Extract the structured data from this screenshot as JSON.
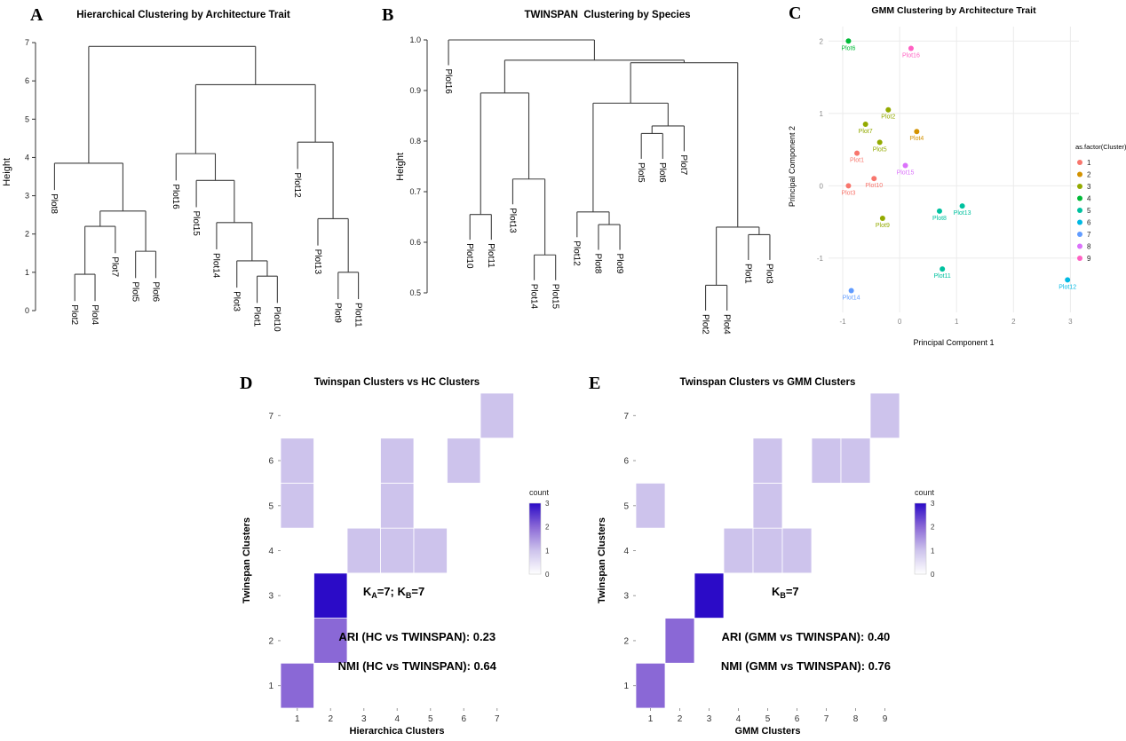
{
  "chart_data": [
    {
      "id": "A",
      "tag": "A",
      "type": "dendrogram",
      "title": "Hierarchical Clustering by Architecture Trait",
      "ylabel": "Height",
      "ylim": [
        0,
        7
      ],
      "yticks": [
        0,
        1,
        2,
        3,
        4,
        5,
        6,
        7
      ],
      "ytick_labels": [
        "0",
        "1",
        "2",
        "3",
        "4",
        "5",
        "6",
        "7"
      ],
      "hang": 0.7,
      "leaf_order": [
        "Plot8",
        "Plot2",
        "Plot4",
        "Plot7",
        "Plot5",
        "Plot6",
        "Plot16",
        "Plot15",
        "Plot14",
        "Plot3",
        "Plot1",
        "Plot10",
        "Plot12",
        "Plot13",
        "Plot9",
        "Plot11"
      ],
      "tree": {
        "h": 6.9,
        "children": [
          {
            "h": 3.85,
            "children": [
              {
                "leaf": "Plot8"
              },
              {
                "h": 2.6,
                "children": [
                  {
                    "h": 2.2,
                    "children": [
                      {
                        "h": 0.95,
                        "children": [
                          {
                            "leaf": "Plot2"
                          },
                          {
                            "leaf": "Plot4"
                          }
                        ]
                      },
                      {
                        "leaf": "Plot7"
                      }
                    ]
                  },
                  {
                    "h": 1.55,
                    "children": [
                      {
                        "leaf": "Plot5"
                      },
                      {
                        "leaf": "Plot6"
                      }
                    ]
                  }
                ]
              }
            ]
          },
          {
            "h": 5.9,
            "children": [
              {
                "h": 4.1,
                "children": [
                  {
                    "leaf": "Plot16"
                  },
                  {
                    "h": 3.4,
                    "children": [
                      {
                        "leaf": "Plot15"
                      },
                      {
                        "h": 2.3,
                        "children": [
                          {
                            "leaf": "Plot14"
                          },
                          {
                            "h": 1.3,
                            "children": [
                              {
                                "leaf": "Plot3"
                              },
                              {
                                "h": 0.9,
                                "children": [
                                  {
                                    "leaf": "Plot1"
                                  },
                                  {
                                    "leaf": "Plot10"
                                  }
                                ]
                              }
                            ]
                          }
                        ]
                      }
                    ]
                  }
                ]
              },
              {
                "h": 4.4,
                "children": [
                  {
                    "leaf": "Plot12"
                  },
                  {
                    "h": 2.4,
                    "children": [
                      {
                        "leaf": "Plot13"
                      },
                      {
                        "h": 1.0,
                        "children": [
                          {
                            "leaf": "Plot9"
                          },
                          {
                            "leaf": "Plot11"
                          }
                        ]
                      }
                    ]
                  }
                ]
              }
            ]
          }
        ]
      }
    },
    {
      "id": "B",
      "tag": "B",
      "type": "dendrogram",
      "title": "TWINSPAN  Clustering by Species",
      "ylabel": "Height",
      "ylim": [
        0.5,
        1.0
      ],
      "yticks": [
        0.5,
        0.6,
        0.7,
        0.8,
        0.9,
        1.0
      ],
      "ytick_labels": [
        "0.5",
        "0.6",
        "0.7",
        "0.8",
        "0.9",
        "1.0"
      ],
      "hang": 0.05,
      "leaf_order": [
        "Plot16",
        "Plot10",
        "Plot11",
        "Plot13",
        "Plot14",
        "Plot15",
        "Plot12",
        "Plot8",
        "Plot9",
        "Plot5",
        "Plot6",
        "Plot7",
        "Plot2",
        "Plot4",
        "Plot1",
        "Plot3"
      ],
      "tree": {
        "h": 1.0,
        "children": [
          {
            "leaf": "Plot16"
          },
          {
            "h": 0.96,
            "children": [
              {
                "h": 0.895,
                "children": [
                  {
                    "h": 0.655,
                    "children": [
                      {
                        "leaf": "Plot10"
                      },
                      {
                        "leaf": "Plot11"
                      }
                    ]
                  },
                  {
                    "h": 0.725,
                    "children": [
                      {
                        "leaf": "Plot13"
                      },
                      {
                        "h": 0.575,
                        "children": [
                          {
                            "leaf": "Plot14"
                          },
                          {
                            "leaf": "Plot15"
                          }
                        ]
                      }
                    ]
                  }
                ]
              },
              {
                "h": 0.955,
                "children": [
                  {
                    "h": 0.875,
                    "children": [
                      {
                        "h": 0.66,
                        "children": [
                          {
                            "leaf": "Plot12"
                          },
                          {
                            "h": 0.635,
                            "children": [
                              {
                                "leaf": "Plot8"
                              },
                              {
                                "leaf": "Plot9"
                              }
                            ]
                          }
                        ]
                      },
                      {
                        "h": 0.83,
                        "children": [
                          {
                            "h": 0.815,
                            "children": [
                              {
                                "leaf": "Plot5"
                              },
                              {
                                "leaf": "Plot6"
                              }
                            ]
                          },
                          {
                            "leaf": "Plot7"
                          }
                        ]
                      }
                    ]
                  },
                  {
                    "h": 0.63,
                    "children": [
                      {
                        "h": 0.515,
                        "children": [
                          {
                            "leaf": "Plot2"
                          },
                          {
                            "leaf": "Plot4"
                          }
                        ]
                      },
                      {
                        "h": 0.615,
                        "children": [
                          {
                            "leaf": "Plot1"
                          },
                          {
                            "leaf": "Plot3"
                          }
                        ]
                      }
                    ]
                  }
                ]
              }
            ]
          }
        ]
      }
    },
    {
      "id": "C",
      "tag": "C",
      "type": "scatter",
      "title": "GMM Clustering by Architecture Trait",
      "xlabel": "Principal Component 1",
      "ylabel": "Principal Component 2",
      "xlim": [
        -1.25,
        3.15
      ],
      "ylim": [
        -1.75,
        2.2
      ],
      "xticks": [
        -1,
        0,
        1,
        2,
        3
      ],
      "yticks": [
        -1,
        0,
        1,
        2
      ],
      "legend_title": "as.factor(Cluster)",
      "clusters": [
        {
          "id": 1,
          "color": "#F8766D"
        },
        {
          "id": 2,
          "color": "#D39200"
        },
        {
          "id": 3,
          "color": "#93AA00"
        },
        {
          "id": 4,
          "color": "#00BA38"
        },
        {
          "id": 5,
          "color": "#00C19F"
        },
        {
          "id": 6,
          "color": "#00B9E3"
        },
        {
          "id": 7,
          "color": "#619CFF"
        },
        {
          "id": 8,
          "color": "#DB72FB"
        },
        {
          "id": 9,
          "color": "#FF61C3"
        }
      ],
      "points": [
        {
          "label": "Plot6",
          "x": -0.9,
          "y": 2.0,
          "cluster": 4
        },
        {
          "label": "Plot16",
          "x": 0.2,
          "y": 1.9,
          "cluster": 9
        },
        {
          "label": "Plot2",
          "x": -0.2,
          "y": 1.05,
          "cluster": 3
        },
        {
          "label": "Plot7",
          "x": -0.6,
          "y": 0.85,
          "cluster": 3
        },
        {
          "label": "Plot4",
          "x": 0.3,
          "y": 0.75,
          "cluster": 2
        },
        {
          "label": "Plot5",
          "x": -0.35,
          "y": 0.6,
          "cluster": 3
        },
        {
          "label": "Plot1",
          "x": -0.75,
          "y": 0.45,
          "cluster": 1
        },
        {
          "label": "Plot15",
          "x": 0.1,
          "y": 0.28,
          "cluster": 8
        },
        {
          "label": "Plot10",
          "x": -0.45,
          "y": 0.1,
          "cluster": 1
        },
        {
          "label": "Plot3",
          "x": -0.9,
          "y": 0.0,
          "cluster": 1
        },
        {
          "label": "Plot9",
          "x": -0.3,
          "y": -0.45,
          "cluster": 3
        },
        {
          "label": "Plot8",
          "x": 0.7,
          "y": -0.35,
          "cluster": 5
        },
        {
          "label": "Plot13",
          "x": 1.1,
          "y": -0.28,
          "cluster": 5
        },
        {
          "label": "Plot11",
          "x": 0.75,
          "y": -1.15,
          "cluster": 5
        },
        {
          "label": "Plot12",
          "x": 2.95,
          "y": -1.3,
          "cluster": 6
        },
        {
          "label": "Plot14",
          "x": -0.85,
          "y": -1.45,
          "cluster": 7
        }
      ]
    },
    {
      "id": "D",
      "tag": "D",
      "type": "heatmap",
      "title": "Twinspan Clusters vs HC Clusters",
      "xlabel": "Hierarchica Clusters",
      "ylabel": "Twinspan Clusters",
      "xticks": [
        1,
        2,
        3,
        4,
        5,
        6,
        7
      ],
      "yticks": [
        1,
        2,
        3,
        4,
        5,
        6,
        7
      ],
      "legend": {
        "title": "count",
        "ticks": [
          3,
          2,
          1,
          0
        ]
      },
      "scale": {
        "0": "#FFFFFF",
        "1": "#CDC3EC",
        "2": "#8A68D6",
        "3": "#2B0BC7"
      },
      "cells": [
        {
          "x": 1,
          "y": 1,
          "count": 2
        },
        {
          "x": 2,
          "y": 2,
          "count": 2
        },
        {
          "x": 2,
          "y": 3,
          "count": 3
        },
        {
          "x": 3,
          "y": 4,
          "count": 1
        },
        {
          "x": 4,
          "y": 4,
          "count": 1
        },
        {
          "x": 5,
          "y": 4,
          "count": 1
        },
        {
          "x": 1,
          "y": 5,
          "count": 1
        },
        {
          "x": 4,
          "y": 5,
          "count": 1
        },
        {
          "x": 1,
          "y": 6,
          "count": 1
        },
        {
          "x": 4,
          "y": 6,
          "count": 1
        },
        {
          "x": 6,
          "y": 6,
          "count": 1
        },
        {
          "x": 7,
          "y": 7,
          "count": 1
        }
      ],
      "annotations": [
        {
          "x": 3.9,
          "y": 3.0,
          "segments": [
            [
              "K",
              0
            ],
            [
              "A",
              1
            ],
            [
              "=7; K",
              0
            ],
            [
              "B",
              1
            ],
            [
              "=7",
              0
            ]
          ]
        },
        {
          "x": 4.6,
          "y": 2.0,
          "segments": [
            [
              "ARI (HC vs TWINSPAN): 0.23",
              0
            ]
          ]
        },
        {
          "x": 4.6,
          "y": 1.35,
          "segments": [
            [
              "NMI (HC vs TWINSPAN): 0.64",
              0
            ]
          ]
        }
      ]
    },
    {
      "id": "E",
      "tag": "E",
      "type": "heatmap",
      "title": "Twinspan Clusters vs GMM Clusters",
      "xlabel": "GMM Clusters",
      "ylabel": "Twinspan Clusters",
      "xticks": [
        1,
        2,
        3,
        4,
        5,
        6,
        7,
        8,
        9
      ],
      "yticks": [
        1,
        2,
        3,
        4,
        5,
        6,
        7
      ],
      "legend": {
        "title": "count",
        "ticks": [
          3,
          2,
          1,
          0
        ]
      },
      "scale": {
        "0": "#FFFFFF",
        "1": "#CDC3EC",
        "2": "#8A68D6",
        "3": "#2B0BC7"
      },
      "cells": [
        {
          "x": 1,
          "y": 1,
          "count": 2
        },
        {
          "x": 2,
          "y": 2,
          "count": 2
        },
        {
          "x": 3,
          "y": 3,
          "count": 3
        },
        {
          "x": 4,
          "y": 4,
          "count": 1
        },
        {
          "x": 5,
          "y": 4,
          "count": 1
        },
        {
          "x": 6,
          "y": 4,
          "count": 1
        },
        {
          "x": 1,
          "y": 5,
          "count": 1
        },
        {
          "x": 5,
          "y": 5,
          "count": 1
        },
        {
          "x": 5,
          "y": 6,
          "count": 1
        },
        {
          "x": 7,
          "y": 6,
          "count": 1
        },
        {
          "x": 8,
          "y": 6,
          "count": 1
        },
        {
          "x": 9,
          "y": 7,
          "count": 1
        }
      ],
      "annotations": [
        {
          "x": 5.6,
          "y": 3.0,
          "segments": [
            [
              "K",
              0
            ],
            [
              "B",
              1
            ],
            [
              "=7",
              0
            ]
          ]
        },
        {
          "x": 6.3,
          "y": 2.0,
          "segments": [
            [
              "ARI (GMM vs TWINSPAN): 0.40",
              0
            ]
          ]
        },
        {
          "x": 6.3,
          "y": 1.35,
          "segments": [
            [
              "NMI (GMM vs TWINSPAN): 0.76",
              0
            ]
          ]
        }
      ]
    }
  ]
}
